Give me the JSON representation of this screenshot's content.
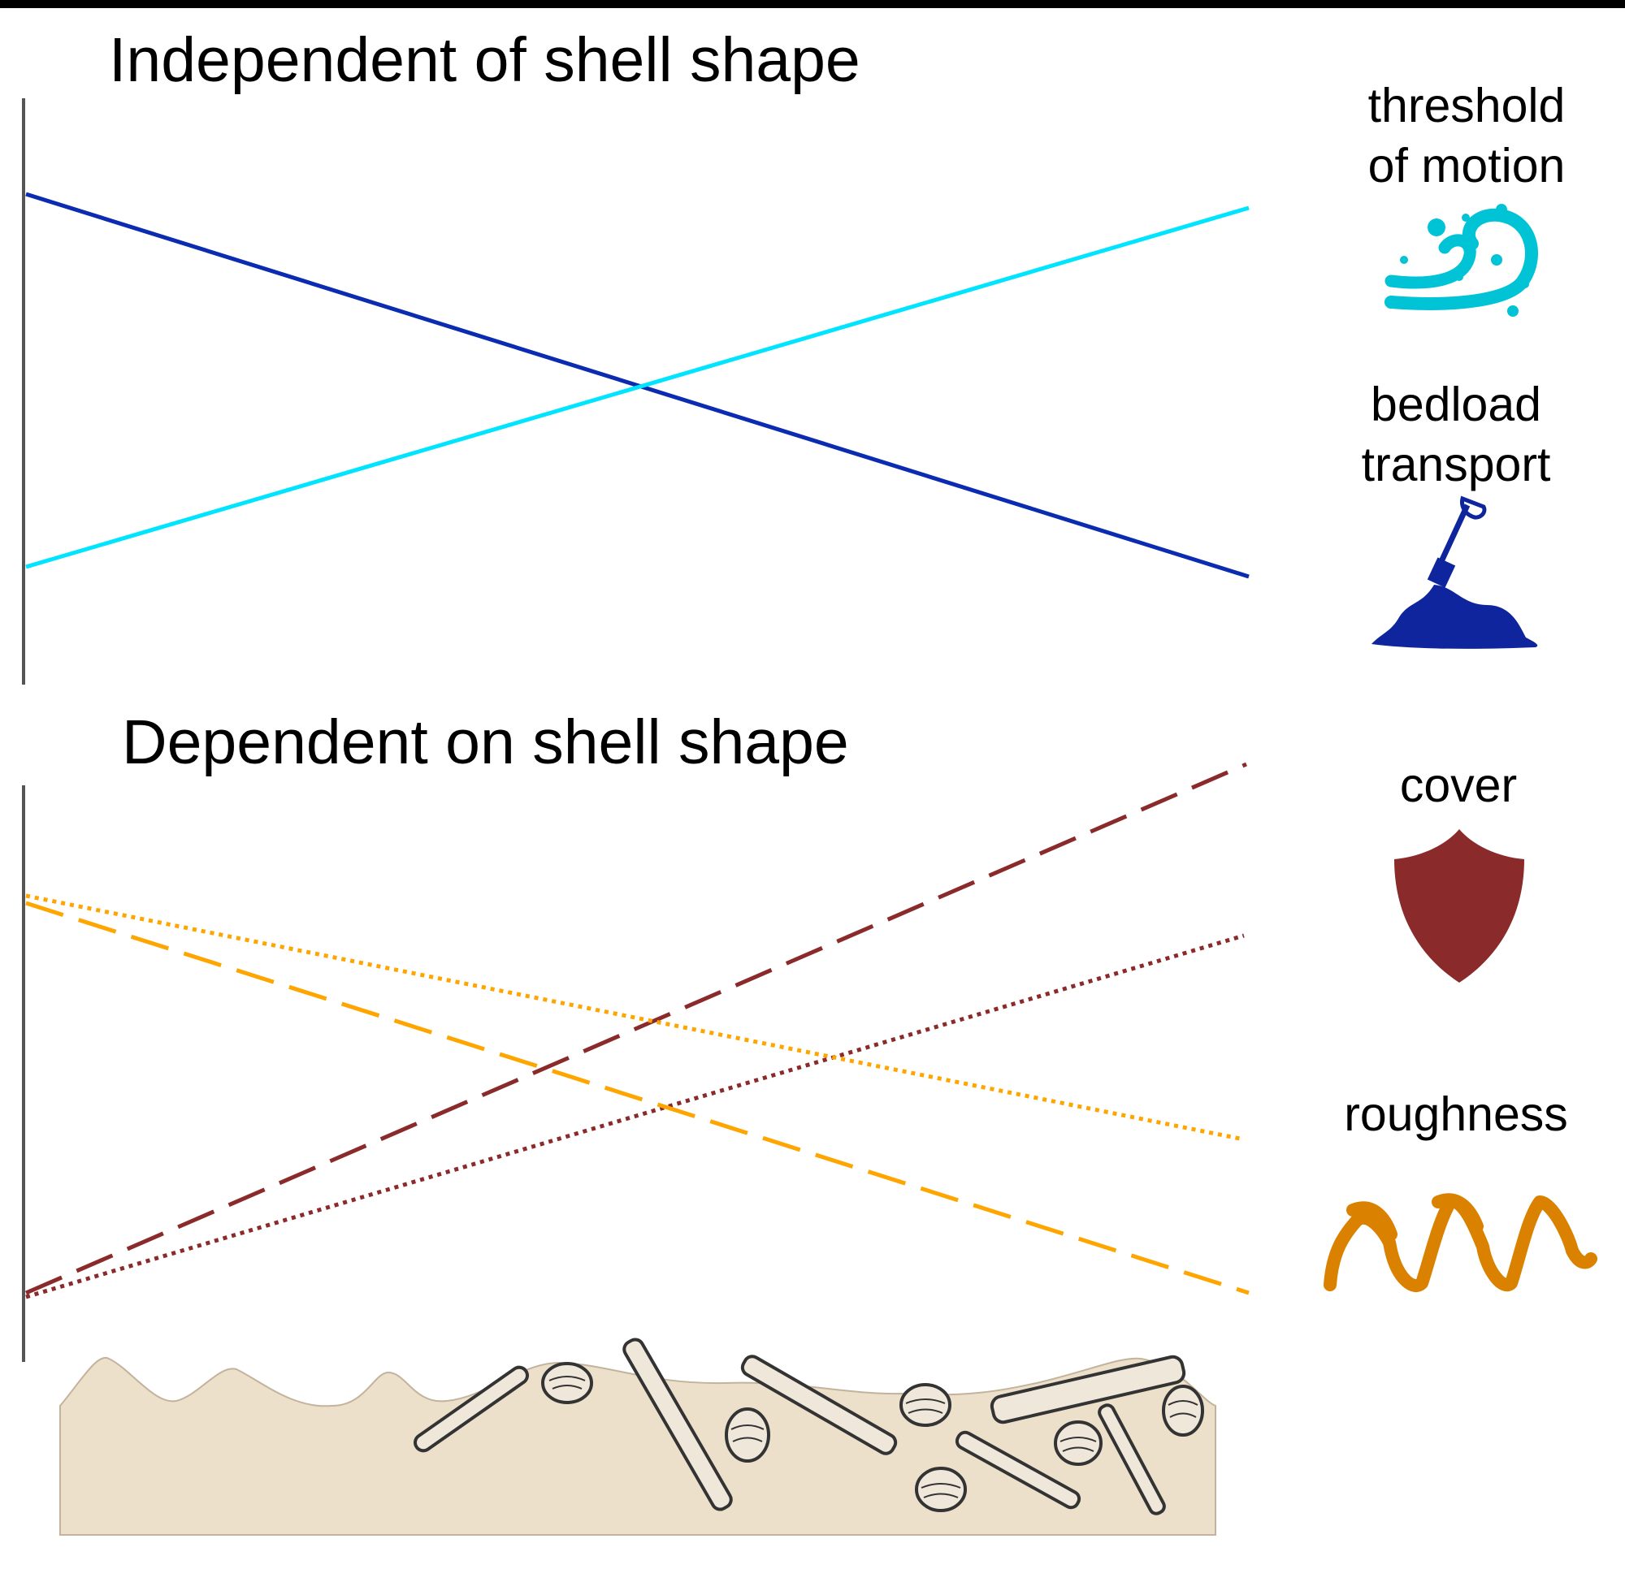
{
  "panels": [
    {
      "title": "Independent of shell shape",
      "series": [
        {
          "label_lines": [
            "threshold",
            "of motion"
          ],
          "icon": "water-splash-icon",
          "color": "#00e5ff",
          "style": "solid",
          "trend": "increasing"
        },
        {
          "label_lines": [
            "bedload",
            "transport"
          ],
          "icon": "shovel-sand-icon",
          "color": "#0b2bb0",
          "style": "solid",
          "trend": "decreasing"
        }
      ]
    },
    {
      "title": "Dependent on shell shape",
      "series": [
        {
          "label_lines": [
            "cover"
          ],
          "icon": "shield-icon",
          "color": "#8b2a2a",
          "style": "dashed+dotted",
          "trend": "increasing"
        },
        {
          "label_lines": [
            "roughness"
          ],
          "icon": "zigzag-roughness-icon",
          "color": "#ffa500",
          "style": "dashed+dotted",
          "trend": "decreasing"
        }
      ]
    }
  ],
  "colors": {
    "sand": "#ece0cb",
    "sand_edge": "#c3b39c",
    "shell_outline": "#333333",
    "axis": "#555555",
    "cyan_icon": "#00c3d6",
    "blue_icon": "#0e259e",
    "shield": "#8b2a2a",
    "rough_icon": "#db8100"
  }
}
